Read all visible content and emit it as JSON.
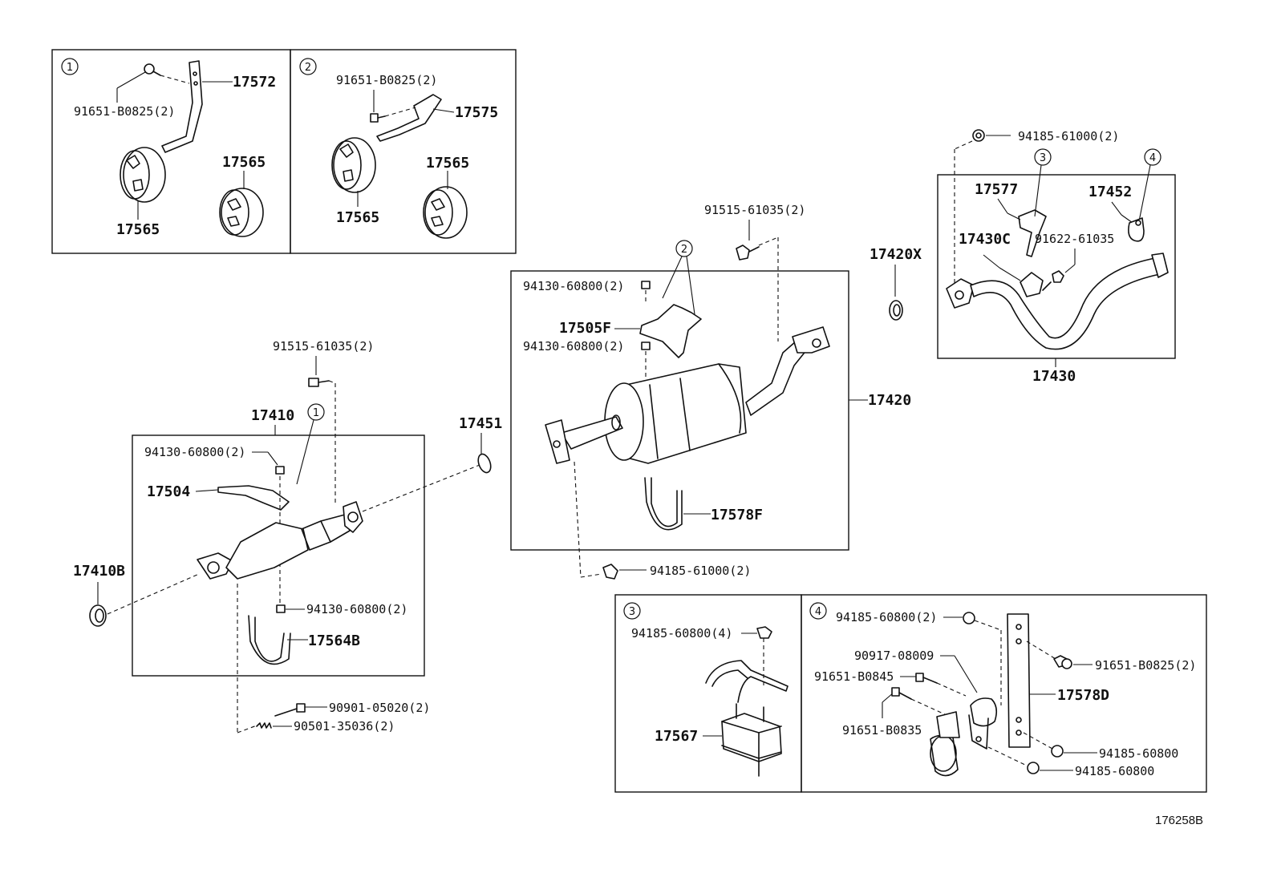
{
  "diagram_id": "176258B",
  "callouts": [
    "1",
    "2",
    "3",
    "4"
  ],
  "insets": {
    "inset1": {
      "marker": "1",
      "labels": {
        "bracket": "17572",
        "bolt": "91651-B0825(2)",
        "hanger_right": "17565",
        "hanger_left": "17565"
      }
    },
    "inset2": {
      "marker": "2",
      "labels": {
        "bolt": "91651-B0825(2)",
        "bracket": "17575",
        "hanger_left": "17565",
        "hanger_right": "17565"
      }
    },
    "inset3": {
      "marker": "3",
      "labels": {
        "nut": "94185-60800(4)",
        "mount": "17567"
      }
    },
    "inset4": {
      "marker": "4",
      "labels": {
        "nut_top": "94185-60800(2)",
        "bushing": "90917-08009",
        "bolt_b0845": "91651-B0845",
        "bolt_b0835": "91651-B0835",
        "bolt_b0825": "91651-B0825(2)",
        "plate": "17578D",
        "nut_mid": "94185-60800",
        "nut_low": "94185-60800"
      }
    }
  },
  "front_pipe_group": {
    "assembly": "17410",
    "bolt_top": "91515-61035(2)",
    "nut_upper": "94130-60800(2)",
    "bracket": "17504",
    "nut_lower": "94130-60800(2)",
    "clamp": "17564B",
    "gasket": "17410B",
    "bolt_lower": "90901-05020(2)",
    "spring": "90501-35036(2)",
    "ring": "17451"
  },
  "muffler_group": {
    "assembly": "17420",
    "bolt_top": "91515-61035(2)",
    "nut_upper": "94130-60800(2)",
    "bracket": "17505F",
    "nut_lower": "94130-60800(2)",
    "clamp": "17578F",
    "nut_bottom": "94185-61000(2)"
  },
  "gasket_17420x": "17420X",
  "tail_pipe_group": {
    "assembly": "17430",
    "nut_top": "94185-61000(2)",
    "bracket": "17577",
    "hanger_clamp": "17452",
    "insulator": "17430C",
    "bolt": "91622-61035"
  }
}
